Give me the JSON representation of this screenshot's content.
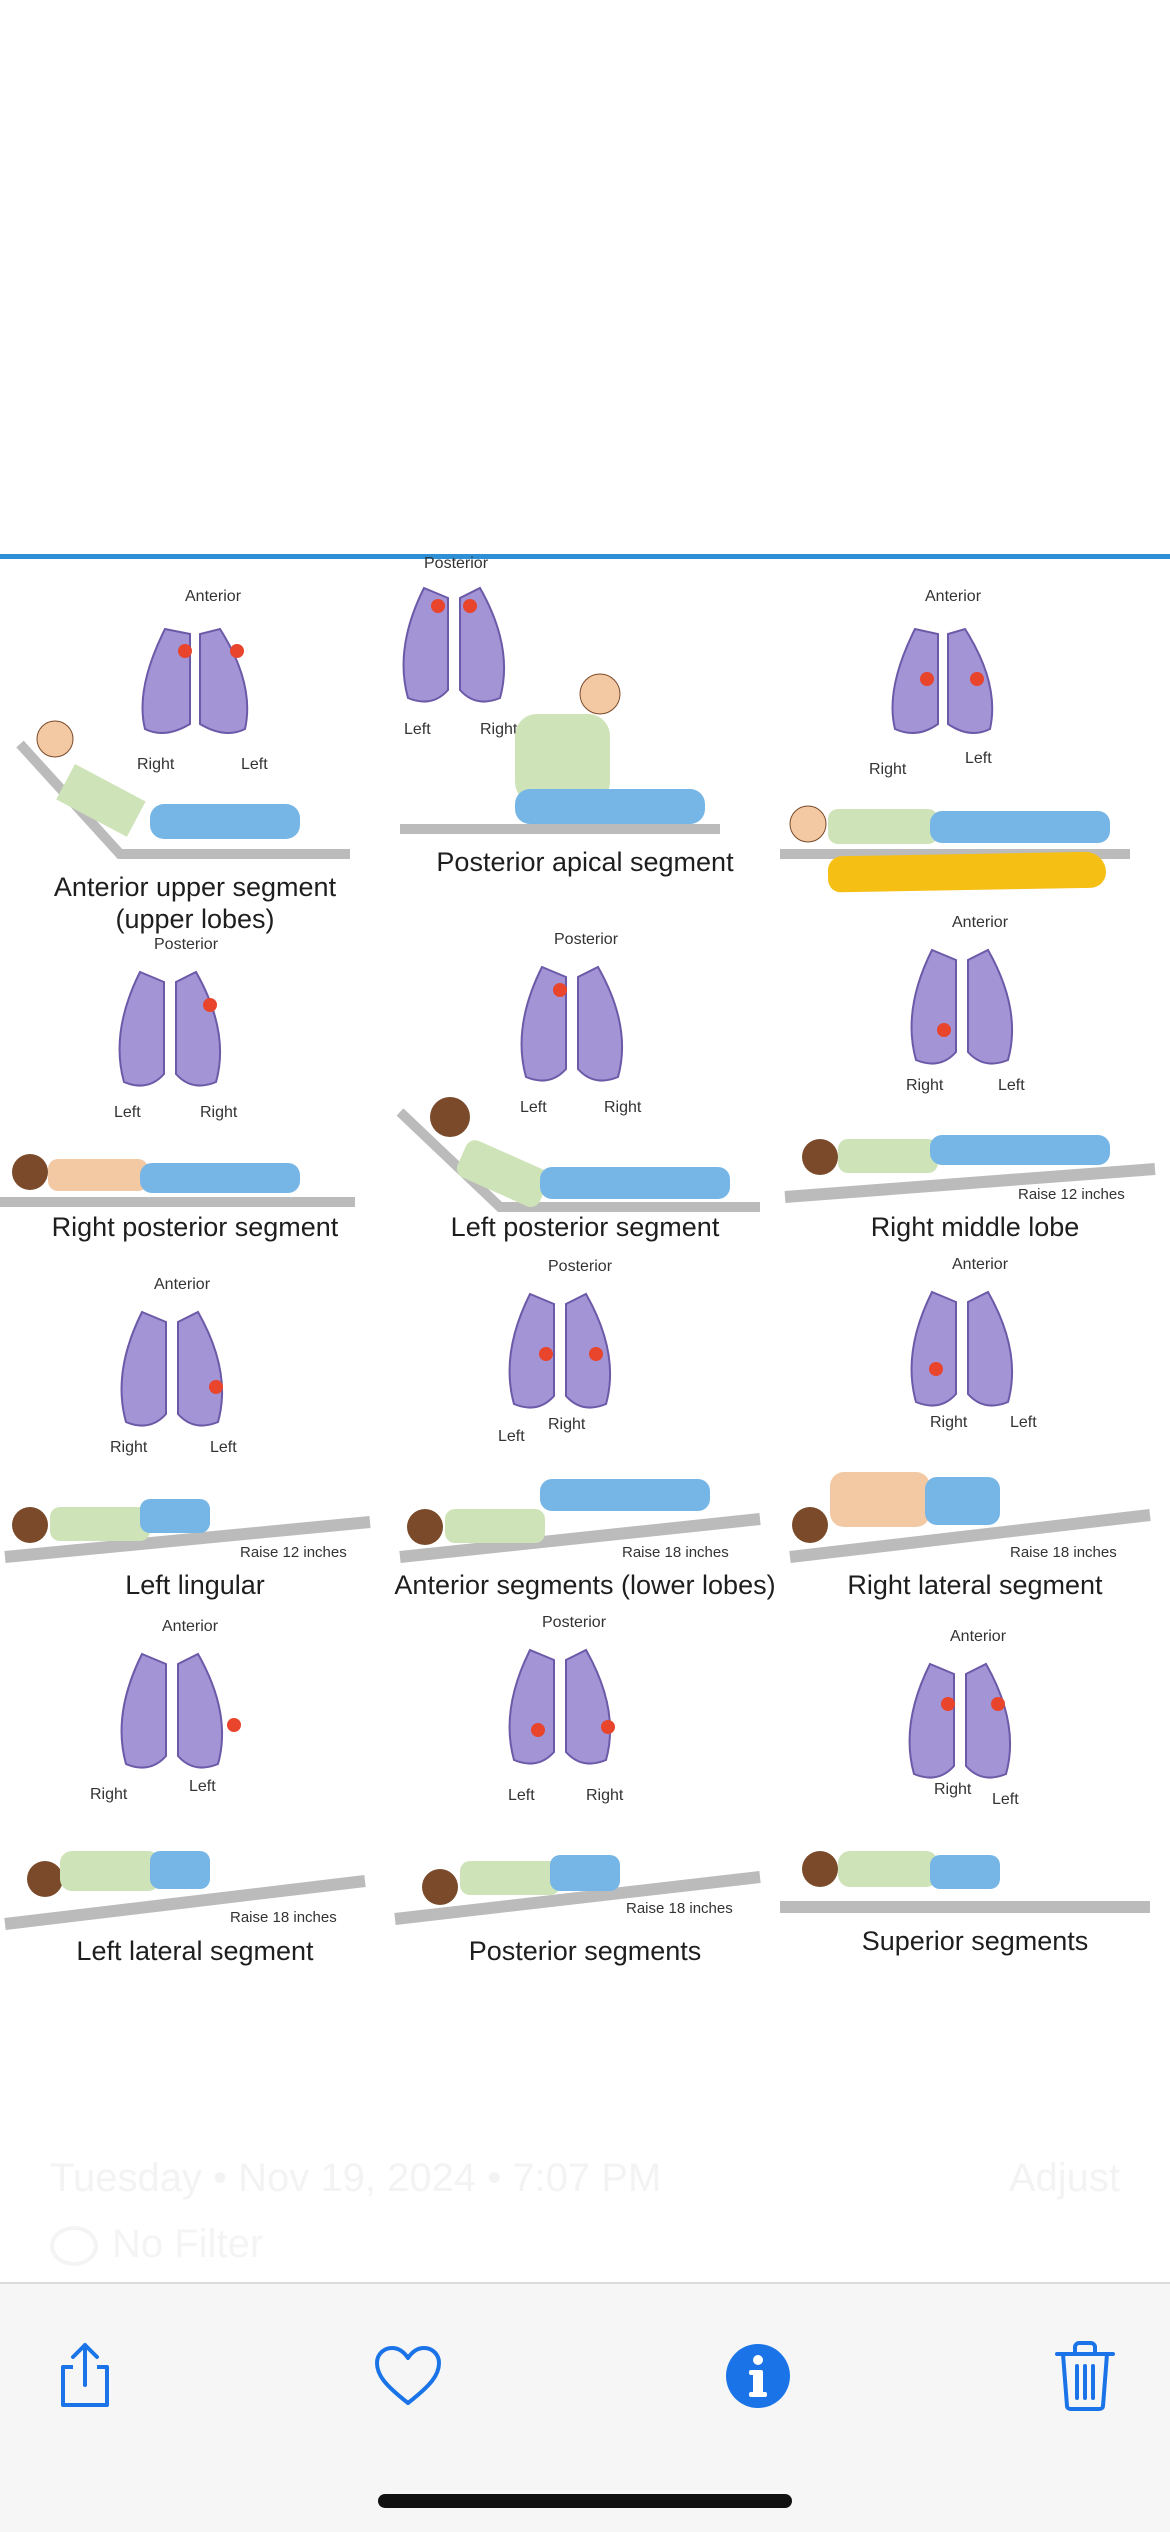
{
  "meta": {
    "date_line": "Tuesday • Nov 19, 2024 • 7:07 PM",
    "adjust_label": "Adjust",
    "filter_label": "No Filter"
  },
  "toolbar": {
    "share_icon": "share-icon",
    "favorite_icon": "heart-icon",
    "info_icon": "info-icon",
    "delete_icon": "trash-icon"
  },
  "colors": {
    "accent": "#1a74e8",
    "lung": "#a394d6",
    "lung_spot": "#e8452c",
    "scribble": "#f6bf14",
    "top_line": "#2d8fd6"
  },
  "figure": {
    "common": {
      "anterior": "Anterior",
      "posterior": "Posterior",
      "left": "Left",
      "right": "Right",
      "raise_12": "Raise 12 inches",
      "raise_18": "Raise 18 inches"
    },
    "positions": [
      {
        "caption": "Anterior upper segment\n(upper lobes)"
      },
      {
        "caption": "Posterior apical segment"
      },
      {
        "caption": ""
      },
      {
        "caption": "Right posterior segment"
      },
      {
        "caption": "Left posterior segment"
      },
      {
        "caption": "Right middle lobe"
      },
      {
        "caption": "Left lingular"
      },
      {
        "caption": "Anterior segments (lower lobes)"
      },
      {
        "caption": "Right lateral segment"
      },
      {
        "caption": "Left lateral segment"
      },
      {
        "caption": "Posterior segments"
      },
      {
        "caption": "Superior segments"
      }
    ]
  }
}
